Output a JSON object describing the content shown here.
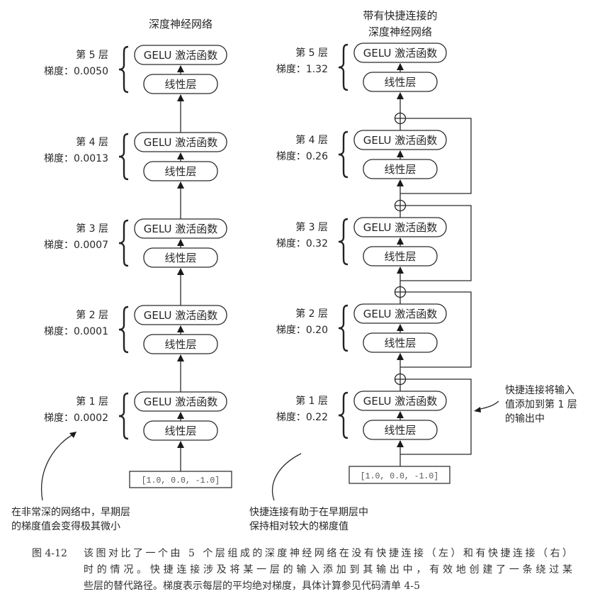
{
  "left": {
    "title": "深度神经网络",
    "layers": [
      {
        "label": "第 5 层",
        "gradient": "梯度：0.0050"
      },
      {
        "label": "第 4 层",
        "gradient": "梯度：0.0013"
      },
      {
        "label": "第 3 层",
        "gradient": "梯度：0.0007"
      },
      {
        "label": "第 2 层",
        "gradient": "梯度：0.0001"
      },
      {
        "label": "第 1 层",
        "gradient": "梯度：0.0002"
      }
    ],
    "input": "[1.0,  0.0,  -1.0]",
    "annotation": [
      "在非常深的网络中，早期层",
      "的梯度值会变得极其微小"
    ]
  },
  "right": {
    "title": [
      "带有快捷连接的",
      "深度神经网络"
    ],
    "layers": [
      {
        "label": "第 5 层",
        "gradient": "梯度：1.32"
      },
      {
        "label": "第 4 层",
        "gradient": "梯度：0.26"
      },
      {
        "label": "第 3 层",
        "gradient": "梯度：0.32"
      },
      {
        "label": "第 2 层",
        "gradient": "梯度：0.20"
      },
      {
        "label": "第 1 层",
        "gradient": "梯度：0.22"
      }
    ],
    "input": "[1.0,  0.0,  -1.0]",
    "annotation": [
      "快捷连接有助于在早期层中",
      "保持相对较大的梯度值"
    ],
    "side_annotation": [
      "快捷连接将输入",
      "值添加到第 1 层",
      "的输出中"
    ]
  },
  "blocks": {
    "activation": "GELU 激活函数",
    "linear": "线性层"
  },
  "caption": {
    "label": "图 4-12",
    "lines": [
      "该图对比了一个由 5 个层组成的深度神经网络在没有快捷连接（左）和有快捷连接（右）",
      "时的情况。快捷连接涉及将某一层的输入添加到其输出中，有效地创建了一条绕过某",
      "些层的替代路径。梯度表示每层的平均绝对梯度，具体计算参见代码清单 4-5"
    ]
  }
}
